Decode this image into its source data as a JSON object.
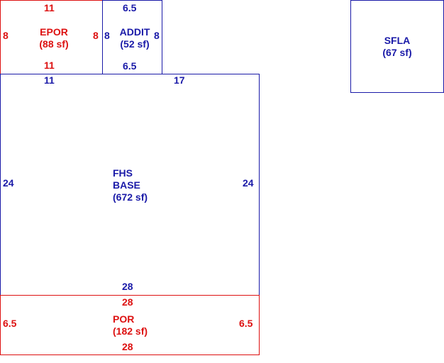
{
  "colors": {
    "blue_area": "#1a1aa8",
    "red_area": "#dd1111"
  },
  "areas": {
    "epor": {
      "name": "EPOR",
      "size": "(88 sf)",
      "dims": {
        "top": "11",
        "bottom": "11",
        "left": "8",
        "right": "8"
      }
    },
    "addit": {
      "name": "ADDIT",
      "size": "(52 sf)",
      "dims": {
        "top": "6.5",
        "bottom": "6.5",
        "left": "8",
        "right": "8"
      }
    },
    "sfla": {
      "name": "SFLA",
      "size": "(67 sf)"
    },
    "base": {
      "name_line1": "FHS",
      "name_line2": "BASE",
      "size": "(672 sf)",
      "dims": {
        "top_left": "11",
        "top_right": "17",
        "bottom": "28",
        "left": "24",
        "right": "24"
      }
    },
    "por": {
      "name": "POR",
      "size": "(182 sf)",
      "dims": {
        "top": "28",
        "bottom": "28",
        "left": "6.5",
        "right": "6.5"
      }
    }
  }
}
